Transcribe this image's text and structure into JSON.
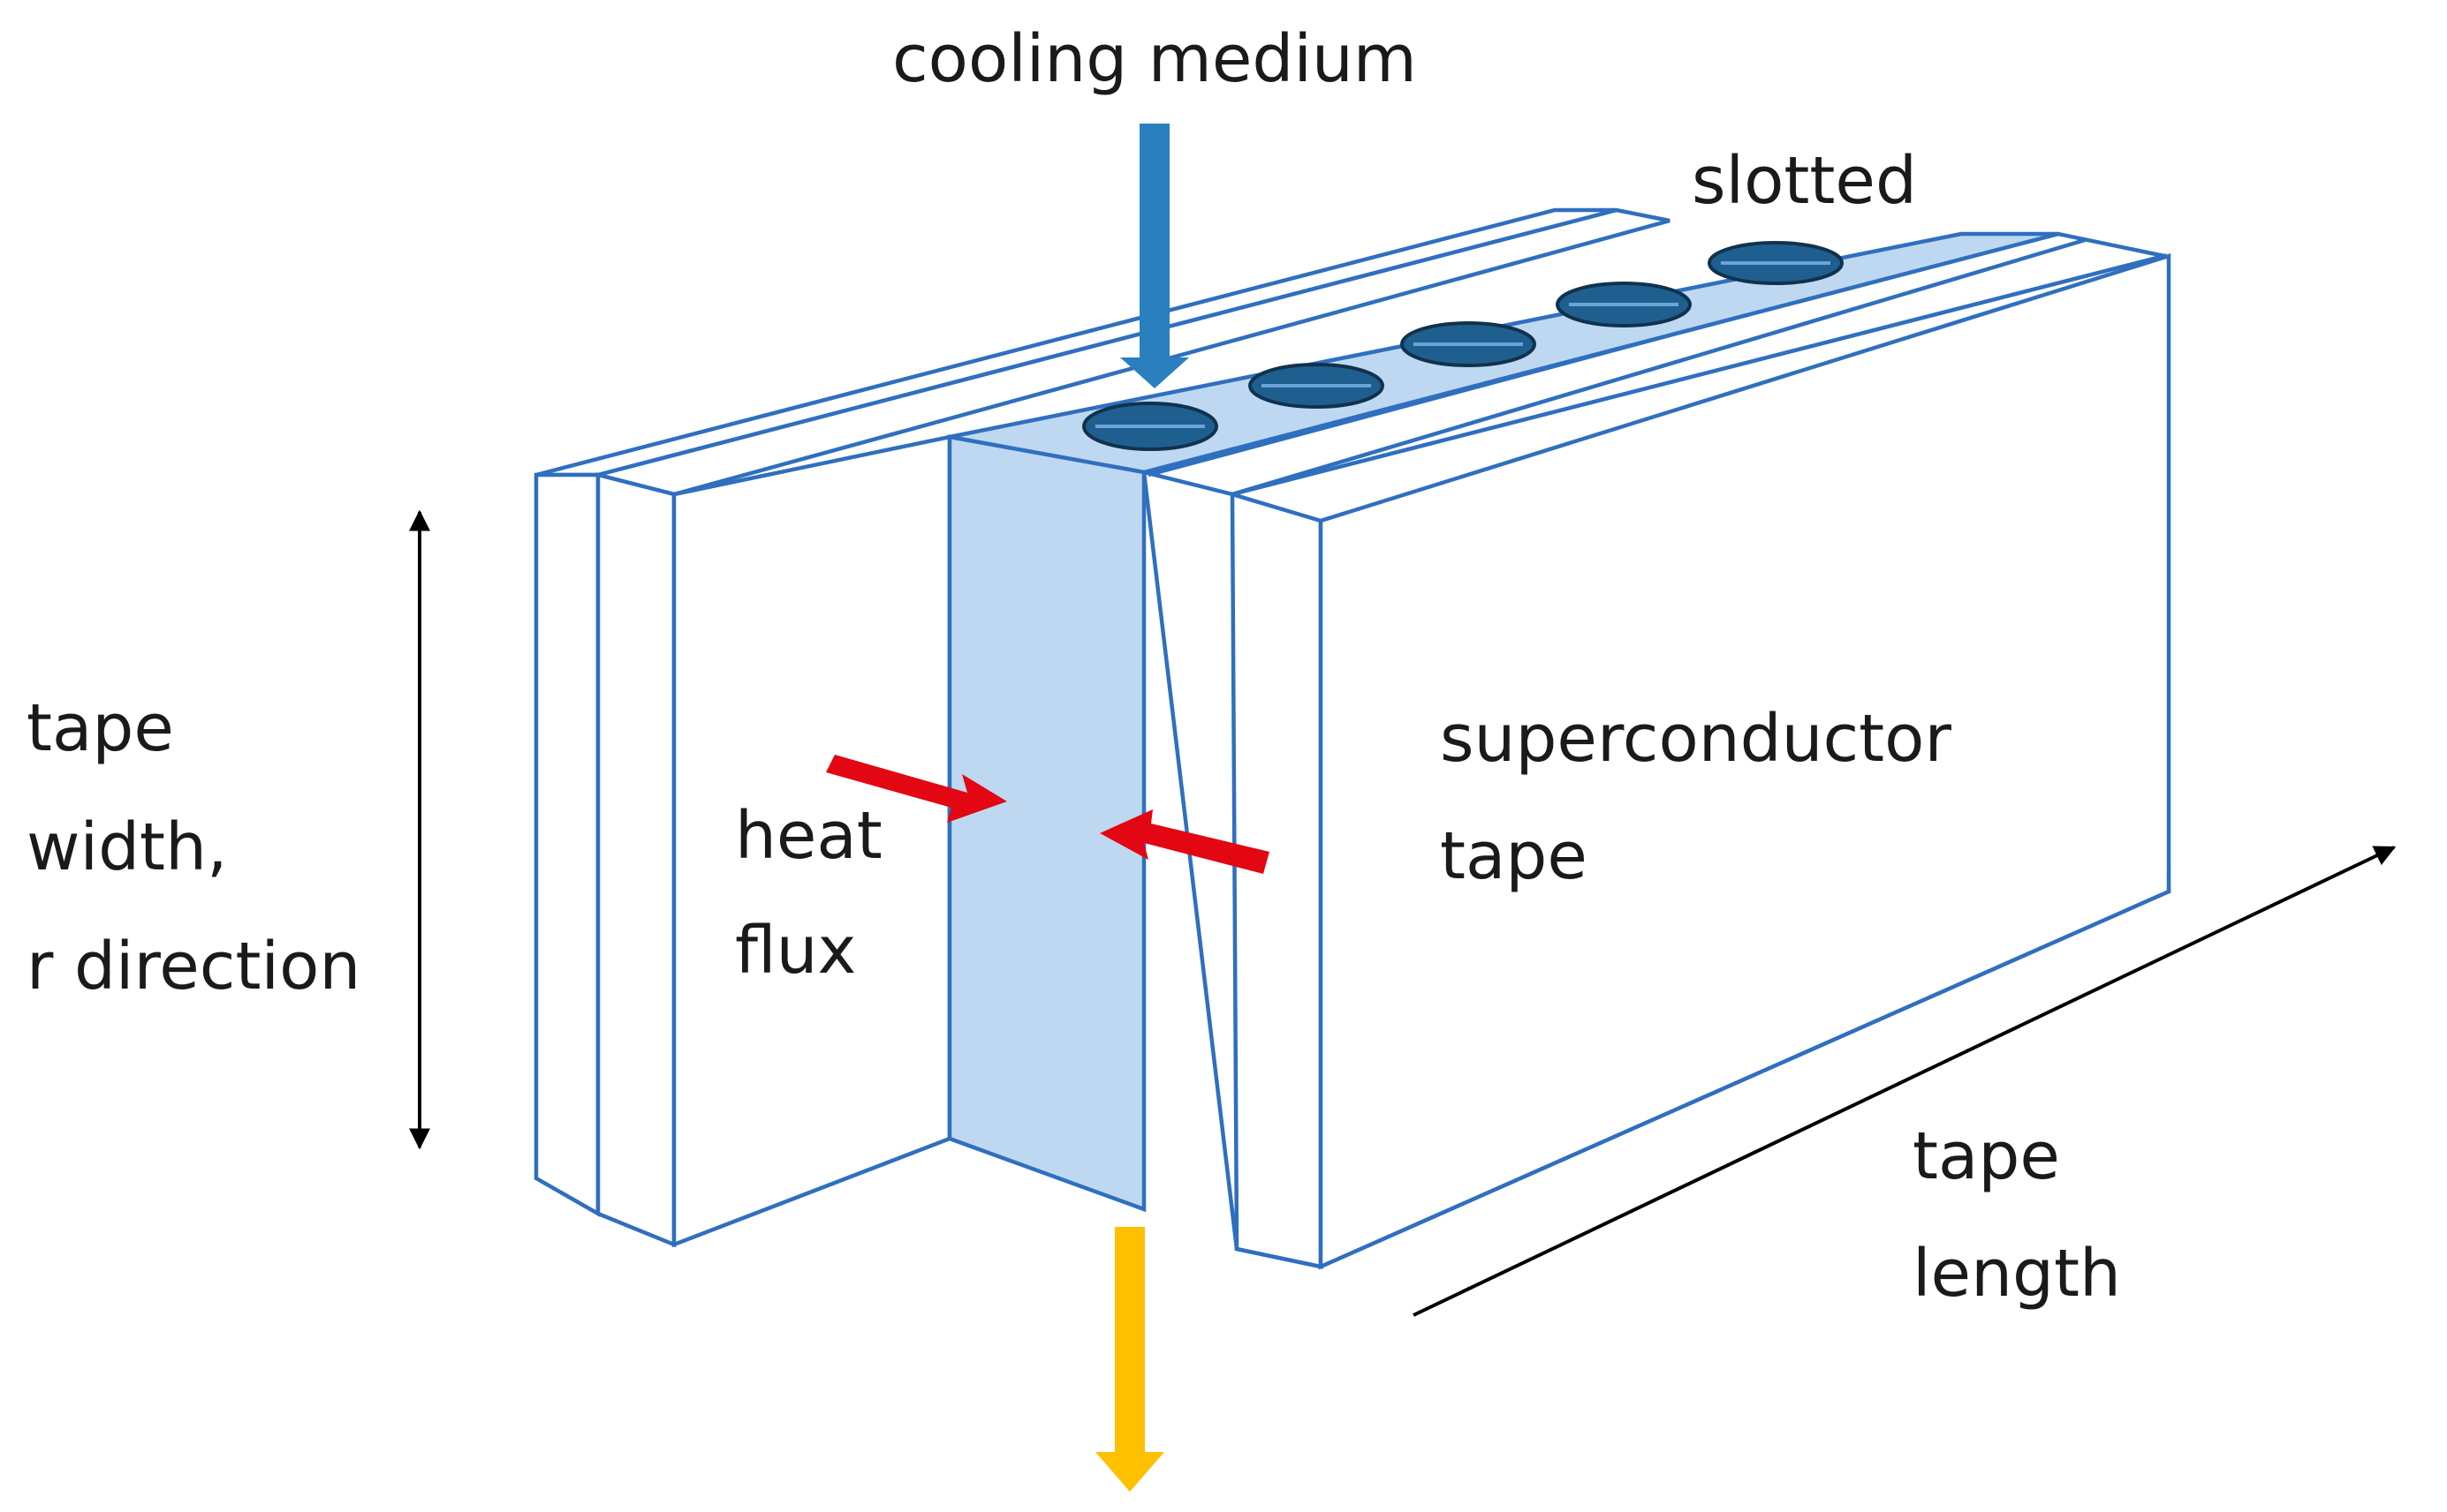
{
  "labels": {
    "cooling_medium": "cooling medium",
    "slotted": "slotted",
    "tape_width": [
      "tape",
      "width,",
      "r direction"
    ],
    "heat_flux": [
      "heat",
      "flux"
    ],
    "superconductor_tape": [
      "superconductor",
      "tape"
    ],
    "tape_length": [
      "tape",
      "length"
    ]
  },
  "colors": {
    "outline": "#2f6fbf",
    "channel_fill": "#bfd8f1",
    "cooling_arrow": "#2a7fbf",
    "heat_arrow": "#e30613",
    "outflow_arrow": "#ffc000",
    "dimension_arrow": "#000000",
    "slot": "#1f5f8f"
  },
  "icons": {
    "cooling_inflow": "arrow-down-icon",
    "heat_flux_in": "arrow-right-icon",
    "outflow": "arrow-down-icon",
    "width_dimension": "double-arrow-vertical-icon",
    "length_dimension": "arrow-diagonal-icon"
  }
}
